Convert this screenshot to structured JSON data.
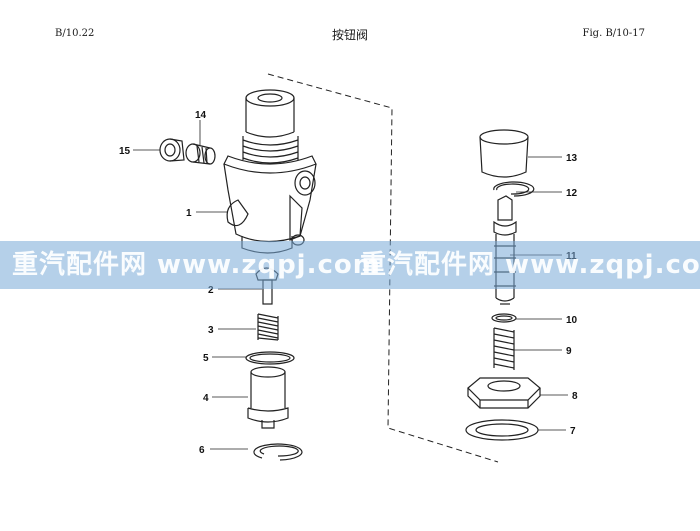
{
  "header": {
    "left": "B/10.22",
    "title": "按钮阀",
    "right": "Fig. B/10-17"
  },
  "watermark": {
    "text1": "重汽配件网 www.zqpj.com",
    "text2": "重汽配件网 www.zqpj.com",
    "color": "#78aad7"
  },
  "callouts": {
    "n1": "1",
    "n2": "2",
    "n3": "3",
    "n4": "4",
    "n5": "5",
    "n6": "6",
    "n7": "7",
    "n8": "8",
    "n9": "9",
    "n10": "10",
    "n11": "11",
    "n12": "12",
    "n13": "13",
    "n14": "14",
    "n15": "15"
  }
}
